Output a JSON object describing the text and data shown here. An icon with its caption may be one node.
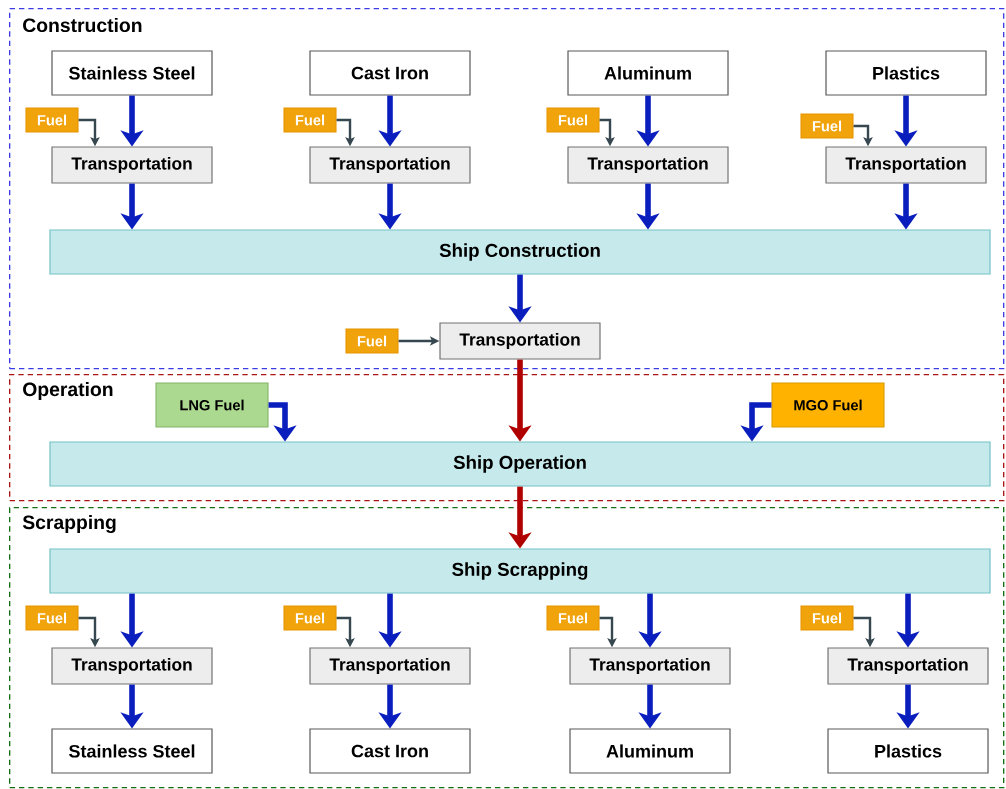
{
  "diagram": {
    "nodes": [
      {
        "text": [
          "Construction"
        ]
      },
      {
        "text": [
          "Stainless Steel"
        ],
        "in": 0
      },
      {
        "text": [
          "Cast Iron"
        ],
        "in": 0
      },
      {
        "text": [
          "Aluminum"
        ],
        "in": 0
      },
      {
        "text": [
          "Plastics"
        ],
        "in": 0
      },
      {
        "text": [
          "Fuel"
        ],
        "in": 0
      },
      {
        "text": [
          "Fuel"
        ],
        "in": 0
      },
      {
        "text": [
          "Fuel"
        ],
        "in": 0
      },
      {
        "text": [
          "Fuel"
        ],
        "in": 0
      },
      {
        "text": [
          "Transportation"
        ],
        "in": 0
      },
      {
        "text": [
          "Transportation"
        ],
        "in": 0
      },
      {
        "text": [
          "Transportation"
        ],
        "in": 0
      },
      {
        "text": [
          "Transportation"
        ],
        "in": 0
      },
      {
        "text": [
          "Ship Construction"
        ],
        "in": 0
      },
      {
        "text": [
          "Fuel"
        ],
        "in": 0
      },
      {
        "text": [
          "Transportation"
        ],
        "in": 0
      },
      {
        "text": [
          "Operation"
        ]
      },
      {
        "text": [
          "LNG Fuel"
        ],
        "in": 16
      },
      {
        "text": [
          "MGO Fuel"
        ],
        "in": 16
      },
      {
        "text": [
          "Ship Operation"
        ],
        "in": 16
      },
      {
        "text": [
          "Scrapping"
        ]
      },
      {
        "text": [
          "Ship Scrapping"
        ],
        "in": 20
      },
      {
        "text": [
          "Fuel"
        ],
        "in": 20
      },
      {
        "text": [
          "Fuel"
        ],
        "in": 20
      },
      {
        "text": [
          "Fuel"
        ],
        "in": 20
      },
      {
        "text": [
          "Fuel"
        ],
        "in": 20
      },
      {
        "text": [
          "Transportation"
        ],
        "in": 20
      },
      {
        "text": [
          "Transportation"
        ],
        "in": 20
      },
      {
        "text": [
          "Transportation"
        ],
        "in": 20
      },
      {
        "text": [
          "Transportation"
        ],
        "in": 20
      },
      {
        "text": [
          "Stainless Steel"
        ],
        "in": 20
      },
      {
        "text": [
          "Cast Iron"
        ],
        "in": 20
      },
      {
        "text": [
          "Aluminum"
        ],
        "in": 20
      },
      {
        "text": [
          "Plastics"
        ],
        "in": 20
      }
    ],
    "edges": [
      {
        "from": 1,
        "to": 9,
        "arrow": "to"
      },
      {
        "from": 2,
        "to": 10,
        "arrow": "to"
      },
      {
        "from": 3,
        "to": 11,
        "arrow": "to"
      },
      {
        "from": 4,
        "to": 12,
        "arrow": "to"
      },
      {
        "from": 5,
        "to": 9,
        "arrow": "to",
        "color": "#37474f"
      },
      {
        "from": 6,
        "to": 10,
        "arrow": "to",
        "color": "#37474f"
      },
      {
        "from": 7,
        "to": 11,
        "arrow": "to",
        "color": "#37474f"
      },
      {
        "from": 8,
        "to": 12,
        "arrow": "to",
        "color": "#37474f"
      },
      {
        "from": 9,
        "to": 13,
        "arrow": "to"
      },
      {
        "from": 10,
        "to": 13,
        "arrow": "to"
      },
      {
        "from": 11,
        "to": 13,
        "arrow": "to"
      },
      {
        "from": 12,
        "to": 13,
        "arrow": "to"
      },
      {
        "from": 13,
        "to": 15,
        "arrow": "to"
      },
      {
        "from": 14,
        "to": 15,
        "arrow": "to",
        "color": "#37474f"
      },
      {
        "from": 15,
        "to": 19,
        "arrow": "to",
        "color": "#b00000"
      },
      {
        "from": 17,
        "to": 19,
        "arrow": "to"
      },
      {
        "from": 18,
        "to": 19,
        "arrow": "to"
      },
      {
        "from": 19,
        "to": 21,
        "arrow": "to",
        "color": "#b00000"
      },
      {
        "from": 21,
        "to": 26,
        "arrow": "to"
      },
      {
        "from": 21,
        "to": 27,
        "arrow": "to"
      },
      {
        "from": 21,
        "to": 28,
        "arrow": "to"
      },
      {
        "from": 21,
        "to": 29,
        "arrow": "to"
      },
      {
        "from": 22,
        "to": 26,
        "arrow": "to",
        "color": "#37474f"
      },
      {
        "from": 23,
        "to": 27,
        "arrow": "to",
        "color": "#37474f"
      },
      {
        "from": 24,
        "to": 28,
        "arrow": "to",
        "color": "#37474f"
      },
      {
        "from": 25,
        "to": 29,
        "arrow": "to",
        "color": "#37474f"
      },
      {
        "from": 26,
        "to": 30,
        "arrow": "to"
      },
      {
        "from": 27,
        "to": 31,
        "arrow": "to"
      },
      {
        "from": 28,
        "to": 32,
        "arrow": "to"
      },
      {
        "from": 29,
        "to": 33,
        "arrow": "to"
      }
    ]
  }
}
